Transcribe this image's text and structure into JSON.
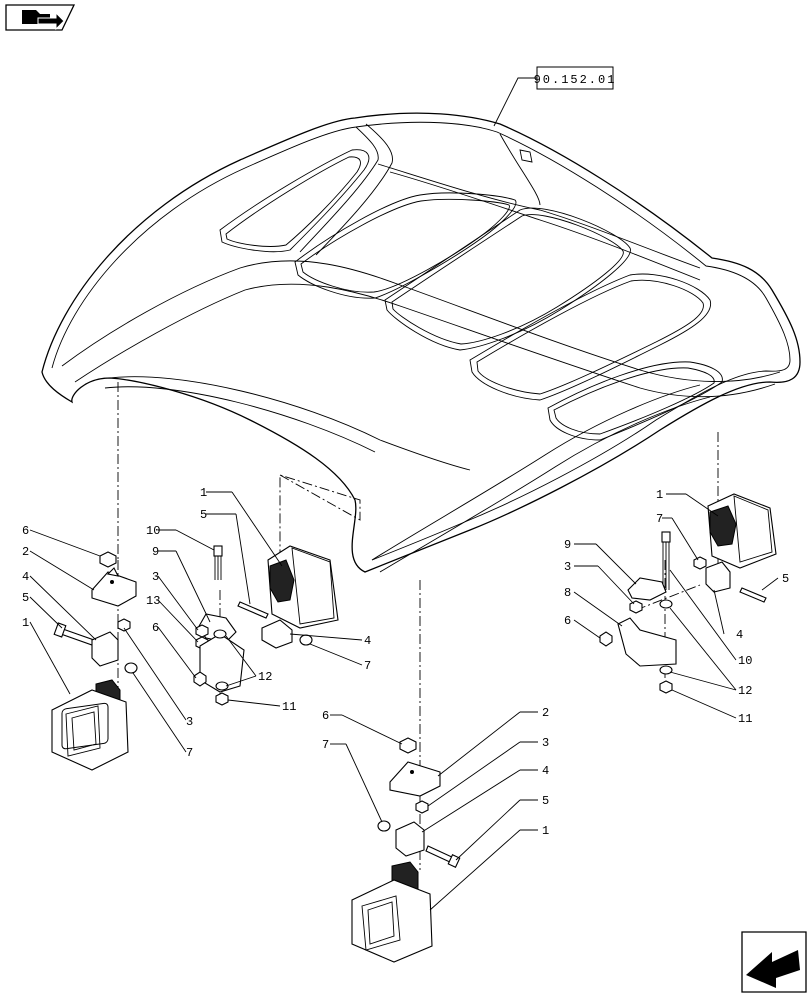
{
  "reference": {
    "code": "90.152.01"
  },
  "icons": {
    "top_left": "folder-navigation-icon",
    "bottom_right": "previous-page-arrow-icon"
  },
  "callouts": {
    "left": [
      "6",
      "2",
      "4",
      "5",
      "1",
      "3",
      "7"
    ],
    "middle": [
      "1",
      "5",
      "10",
      "9",
      "3",
      "13",
      "6",
      "4",
      "7",
      "12",
      "11"
    ],
    "right": [
      "1",
      "7",
      "9",
      "3",
      "8",
      "6",
      "5",
      "4",
      "10",
      "12",
      "11"
    ],
    "bottom": [
      "6",
      "2",
      "3",
      "7",
      "4",
      "5",
      "1"
    ]
  }
}
